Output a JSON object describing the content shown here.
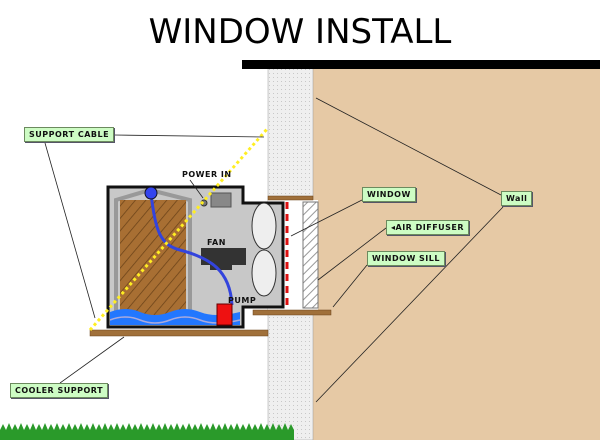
{
  "title": "WINDOW INSTALL",
  "labels": {
    "support_cable": "SUPPORT CABLE",
    "power_in": "POWER IN",
    "fan": "FAN",
    "pump": "PUMP",
    "window": "WINDOW",
    "air_diffuser": "◂AIR DIFFUSER",
    "window_sill": "WINDOW SILL",
    "wall": "Wall",
    "cooler_support": "COOLER SUPPORT"
  },
  "colors": {
    "wall": "#e6c9a5",
    "concrete": "#eeeeee",
    "label_bg": "#cdfcc4",
    "cable": "#ffff33",
    "water": "#2277ff",
    "pump": "#ee1111",
    "wood": "#a0703a",
    "grass": "#2a9a2a"
  }
}
